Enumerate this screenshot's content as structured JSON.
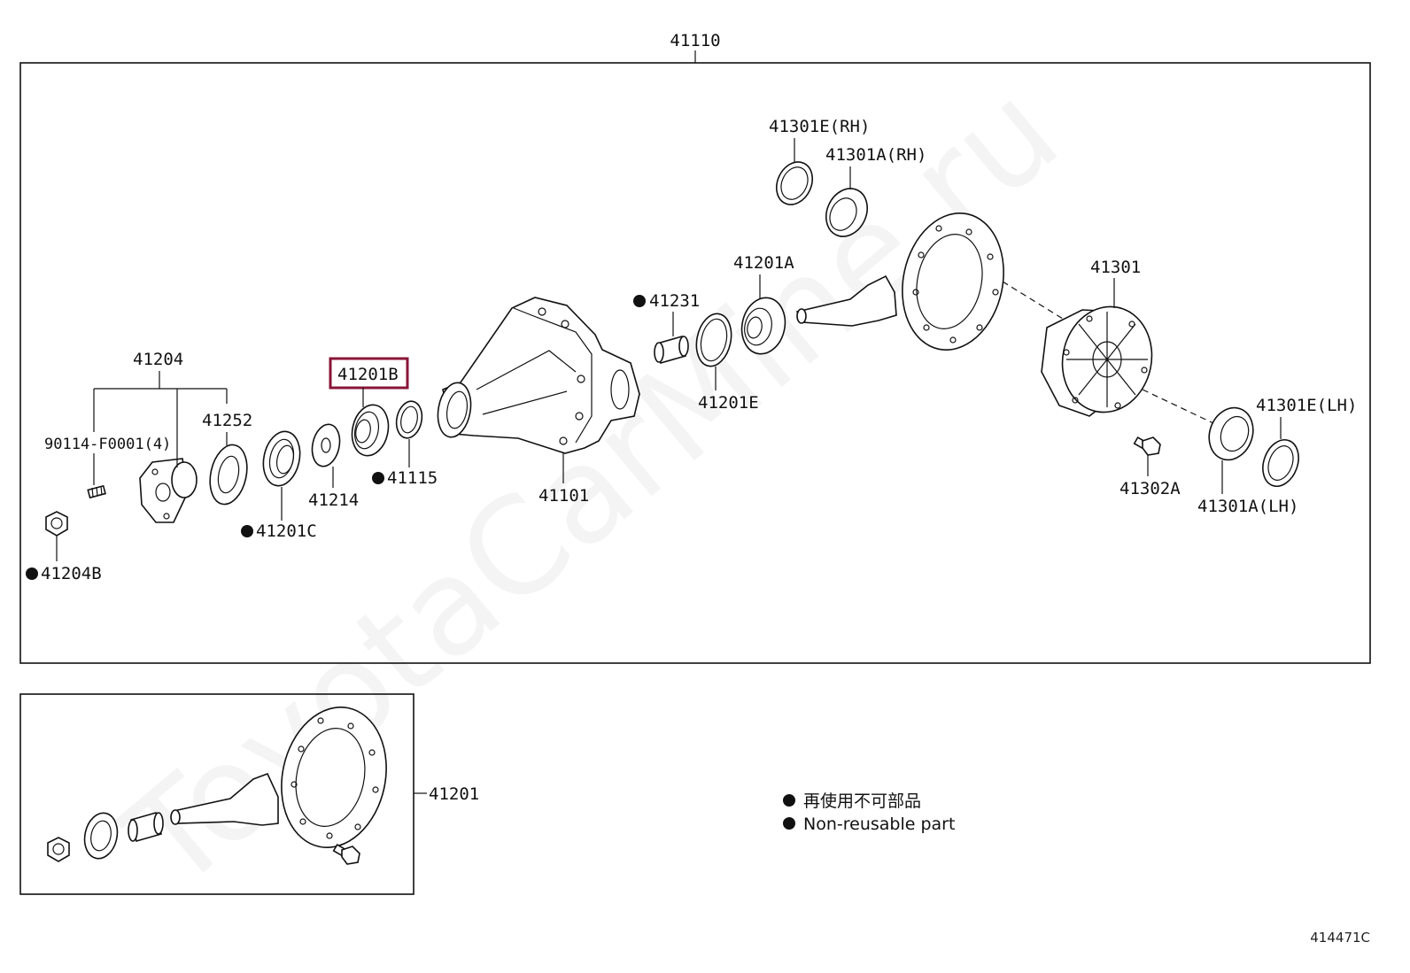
{
  "watermark": "ToyotaCarMine.ru",
  "diagram_code": "414471C",
  "assembly": {
    "label": "41110"
  },
  "subassembly": {
    "label": "41201"
  },
  "legend": {
    "items": [
      {
        "text": "再使用不可部品"
      },
      {
        "text": "Non-reusable part"
      }
    ]
  },
  "parts": [
    {
      "label": "41301E(RH)"
    },
    {
      "label": "41301A(RH)"
    },
    {
      "label": "41201A"
    },
    {
      "label": "41301"
    },
    {
      "label": "41231",
      "non_reusable": true
    },
    {
      "label": "41204"
    },
    {
      "label": "41201B",
      "highlighted": true
    },
    {
      "label": "41252"
    },
    {
      "label": "90114-F0001(4)"
    },
    {
      "label": "41201E"
    },
    {
      "label": "41115",
      "non_reusable": true
    },
    {
      "label": "41214"
    },
    {
      "label": "41101"
    },
    {
      "label": "41301E(LH)"
    },
    {
      "label": "41302A"
    },
    {
      "label": "41301A(LH)"
    },
    {
      "label": "41201C",
      "non_reusable": true
    },
    {
      "label": "41204B",
      "non_reusable": true
    }
  ]
}
